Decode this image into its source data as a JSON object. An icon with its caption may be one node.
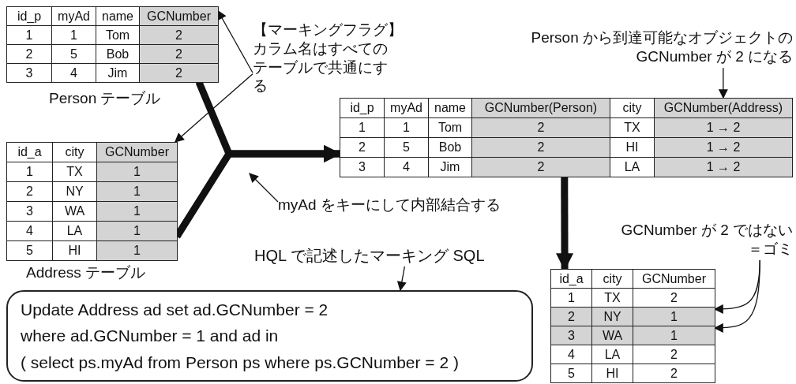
{
  "diagram": {
    "nodes": [
      {
        "text": [
          "id_p",
          "myAd",
          "name",
          "GCNumber",
          "1",
          "1",
          "Tom",
          "2",
          "2",
          "5",
          "Bob",
          "2",
          "3",
          "4",
          "Jim",
          "2"
        ],
        "beside": [
          "Person テーブル"
        ]
      },
      {
        "text": [
          "【マーキングフラグ】",
          "カラム名はすべてのテーブルで共通にする"
        ]
      },
      {
        "text": [
          "id_a",
          "city",
          "GCNumber",
          "1",
          "TX",
          "1",
          "2",
          "NY",
          "1",
          "3",
          "WA",
          "1",
          "4",
          "LA",
          "1",
          "5",
          "HI",
          "1"
        ],
        "beside": [
          "Address テーブル"
        ]
      },
      {
        "text": [
          "id_p",
          "myAd",
          "name",
          "GCNumber(Person)",
          "city",
          "GCNumber(Address)",
          "1",
          "1",
          "Tom",
          "2",
          "TX",
          "1 → 2",
          "2",
          "5",
          "Bob",
          "2",
          "HI",
          "1 → 2",
          "3",
          "4",
          "Jim",
          "2",
          "LA",
          "1 → 2"
        ]
      },
      {
        "text": [
          "Person から到達可能なオブジェクトのGCNumber が 2 になる"
        ]
      },
      {
        "text": [
          "myAd をキーにして内部結合する"
        ]
      },
      {
        "text": [
          "HQL で記述したマーキング SQL"
        ]
      },
      {
        "text": [
          "Update Address ad set ad.GCNumber = 2",
          "where ad.GCNumber = 1 and ad in",
          "( select ps.myAd from Person ps where ps.GCNumber = 2 )"
        ]
      },
      {
        "text": [
          "id_a",
          "city",
          "GCNumber",
          "1",
          "TX",
          "2",
          "2",
          "NY",
          "1",
          "3",
          "WA",
          "1",
          "4",
          "LA",
          "2",
          "5",
          "HI",
          "2"
        ]
      },
      {
        "text": [
          "GCNumber が 2 ではない＝ゴミ"
        ]
      }
    ],
    "edges": [
      {
        "from": 1,
        "to": 0,
        "arrow": "to"
      },
      {
        "from": 1,
        "to": 2,
        "arrow": "to"
      },
      {
        "from": 0,
        "to": 3,
        "arrow": "to",
        "style": "thick"
      },
      {
        "from": 2,
        "to": 3,
        "arrow": "to",
        "style": "thick"
      },
      {
        "from": 4,
        "to": 3,
        "arrow": "to"
      },
      {
        "from": 5,
        "to": null,
        "arrow": "to"
      },
      {
        "from": 6,
        "to": 7,
        "arrow": "to"
      },
      {
        "from": 3,
        "to": 8,
        "arrow": "to",
        "style": "thick"
      },
      {
        "from": 9,
        "to": 8,
        "arrow": "to"
      },
      {
        "from": 9,
        "to": 8,
        "arrow": "to"
      }
    ]
  }
}
